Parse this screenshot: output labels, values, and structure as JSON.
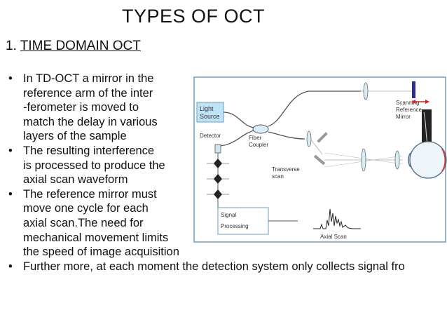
{
  "slide": {
    "title": "TYPES OF OCT",
    "section_number": "1.",
    "section_title": "TIME DOMAIN OCT"
  },
  "bullets": [
    {
      "symbol": "•",
      "lines": [
        "In TD-OCT a mirror in the",
        "reference arm of the inter",
        "-ferometer is moved to",
        "match the delay in various",
        "layers of the sample"
      ]
    },
    {
      "symbol": "•",
      "lines": [
        "The resulting interference",
        "is processed to produce the",
        "axial scan waveform"
      ]
    },
    {
      "symbol": "•",
      "lines": [
        "The reference mirror must",
        "move one cycle for each",
        "axial scan.The need for",
        "mechanical movement limits",
        "the speed of image acquisition"
      ]
    },
    {
      "symbol": "•",
      "lines": [
        "Further more, at each moment the detection system only collects signal fro"
      ]
    }
  ],
  "figure": {
    "labels": {
      "light_source_1": "Light",
      "light_source_2": "Source",
      "detector": "Detector",
      "fiber_coupler_1": "Fiber",
      "fiber_coupler_2": "Coupler",
      "scanning_mirror_1": "Scanning",
      "scanning_mirror_2": "Reference",
      "scanning_mirror_3": "Mirror",
      "transverse_1": "Transverse",
      "transverse_2": "scan",
      "signal_1": "Signal",
      "signal_2": "Processing",
      "axial_scan": "Axial Scan"
    },
    "colors": {
      "frame": "#6a9fc4",
      "light_source_fill": "#bfe3f4",
      "lens": "#d8eef8",
      "fiber": "#555555",
      "arrow_red": "#d02020",
      "mirror": "#2b2f8a"
    }
  }
}
